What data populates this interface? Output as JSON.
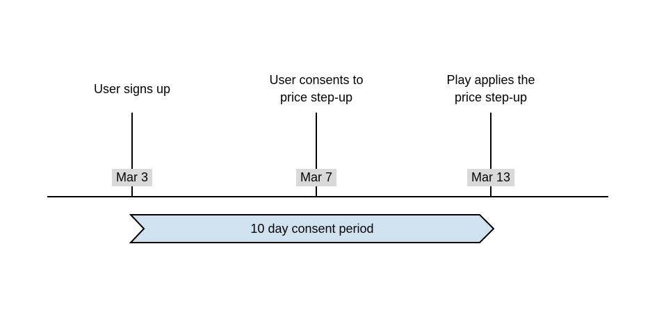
{
  "colors": {
    "background": "#ffffff",
    "line": "#000000",
    "text": "#000000",
    "date_badge_bg": "#d9d9d9",
    "banner_fill": "#d0e1f0",
    "banner_stroke": "#000000"
  },
  "timeline": {
    "events": [
      {
        "lines": [
          "User signs up"
        ],
        "date": "Mar 3"
      },
      {
        "lines": [
          "User consents to",
          "price step-up"
        ],
        "date": "Mar 7"
      },
      {
        "lines": [
          "Play applies the",
          "price step-up"
        ],
        "date": "Mar 13"
      }
    ],
    "period": {
      "label": "10 day consent period"
    }
  }
}
